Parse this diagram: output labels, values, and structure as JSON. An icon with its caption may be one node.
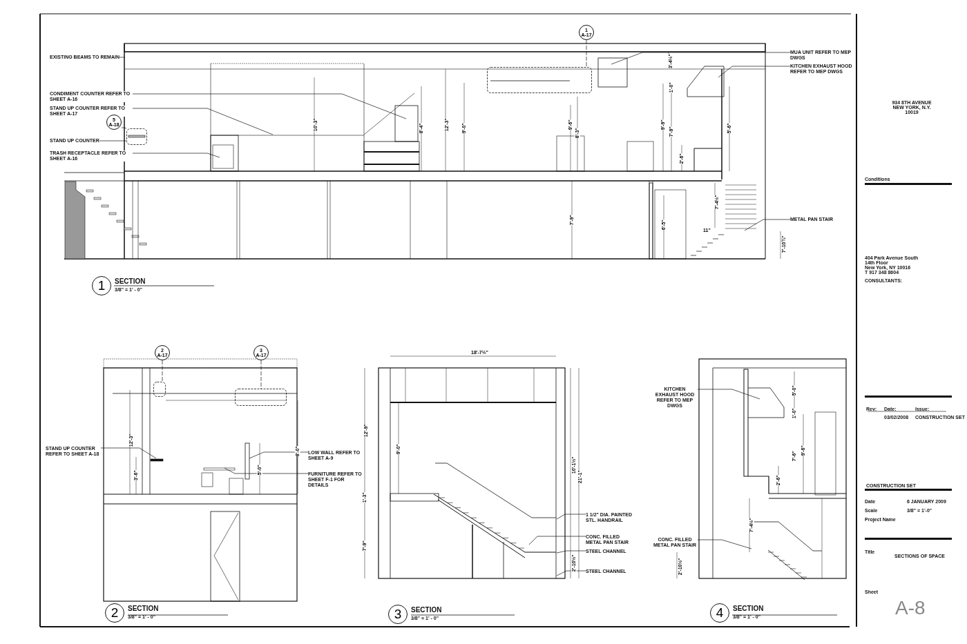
{
  "diagram": {
    "nodes": [
      {
        "text": [
          "EXISTING BEAMS TO REMAIN"
        ]
      },
      {
        "text": [
          "CONDIMENT COUNTER REFER TO SHEET A-16"
        ]
      },
      {
        "text": [
          "STAND UP COUNTER REFER TO SHEET A-17"
        ]
      },
      {
        "text": [
          "5",
          "A-18"
        ]
      },
      {
        "text": [
          "STAND UP COUNTER"
        ]
      },
      {
        "text": [
          "TRASH RECEPTACLE REFER TO SHEET A-16"
        ]
      },
      {
        "text": [
          "1",
          "A-17"
        ]
      },
      {
        "text": [
          "MUA UNIT REFER TO MEP DWGS"
        ]
      },
      {
        "text": [
          "KITCHEN EXHAUST HOOD REFER TO MEP DWGS"
        ]
      },
      {
        "text": [
          "METAL PAN STAIR"
        ]
      },
      {
        "text": [
          "1"
        ],
        "beside": [
          "SECTION",
          "3/8\" = 1' - 0\""
        ]
      },
      {
        "text": [
          "2",
          "A-17"
        ]
      },
      {
        "text": [
          "3",
          "A-17"
        ]
      },
      {
        "text": [
          "STAND UP COUNTER REFER TO SHEET A-18"
        ]
      },
      {
        "text": [
          "LOW WALL REFER TO SHEET A-9"
        ]
      },
      {
        "text": [
          "FURNITURE REFER TO SHEET F-1 FOR DETAILS"
        ]
      },
      {
        "text": [
          "2"
        ],
        "beside": [
          "SECTION",
          "3/8\" = 1' - 0\""
        ]
      },
      {
        "text": [
          "1 1/2\" DIA. PAINTED STL. HANDRAIL"
        ]
      },
      {
        "text": [
          "CONC. FILLED METAL PAN STAIR"
        ]
      },
      {
        "text": [
          "STEEL CHANNEL"
        ]
      },
      {
        "text": [
          "STEEL CHANNEL"
        ]
      },
      {
        "text": [
          "3"
        ],
        "beside": [
          "SECTION",
          "3/8\" = 1' - 0\""
        ]
      },
      {
        "text": [
          "KITCHEN EXHAUST HOOD REFER TO MEP DWGS"
        ]
      },
      {
        "text": [
          "CONC. FILLED METAL PAN STAIR"
        ]
      },
      {
        "text": [
          "4"
        ],
        "beside": [
          "SECTION",
          "3/8\" = 1' - 0\""
        ]
      },
      {
        "text": [],
        "shape": "box"
      },
      {
        "text": [],
        "shape": "box"
      },
      {
        "text": [],
        "shape": "box"
      },
      {
        "text": [],
        "shape": "box"
      }
    ],
    "edges": [
      {
        "from": 0,
        "to": null,
        "arrow": "none"
      },
      {
        "from": 1,
        "to": null,
        "arrow": "none"
      },
      {
        "from": 2,
        "to": null,
        "arrow": "none"
      },
      {
        "from": 3,
        "to": 25,
        "arrow": "none"
      },
      {
        "from": 4,
        "to": 25,
        "arrow": "none"
      },
      {
        "from": 5,
        "to": null,
        "arrow": "none"
      },
      {
        "from": 6,
        "to": 26,
        "arrow": "none",
        "style": "dashed"
      },
      {
        "from": 7,
        "to": null,
        "arrow": "none"
      },
      {
        "from": 8,
        "to": null,
        "arrow": "none"
      },
      {
        "from": 9,
        "to": null,
        "arrow": "none"
      },
      {
        "from": 11,
        "to": 27,
        "arrow": "none",
        "style": "dashed"
      },
      {
        "from": 12,
        "to": 28,
        "arrow": "none",
        "style": "dashed"
      },
      {
        "from": 13,
        "to": null,
        "arrow": "none"
      },
      {
        "from": 14,
        "to": null,
        "arrow": "none"
      },
      {
        "from": 15,
        "to": null,
        "arrow": "none"
      },
      {
        "from": 17,
        "to": null,
        "arrow": "none"
      },
      {
        "from": 18,
        "to": null,
        "arrow": "none"
      },
      {
        "from": 19,
        "to": null,
        "arrow": "none"
      },
      {
        "from": 20,
        "to": null,
        "arrow": "none"
      },
      {
        "from": 22,
        "to": null,
        "arrow": "none"
      },
      {
        "from": 23,
        "to": null,
        "arrow": "none"
      }
    ],
    "labels": [
      "934 8TH AVENUE",
      "NEW YORK, N.Y.",
      "10019",
      "Conditions",
      "404 Park Avenue South",
      "14th Floor",
      "New York, NY 10016",
      "T 917 348 8604",
      "CONSULTANTS:",
      "Rev:",
      "Date:",
      "Issue:",
      "03/02/2008",
      "CONSTRUCTION SET",
      "CONSTRUCTION SET",
      "Date",
      "6 JANUARY 2009",
      "Scale",
      "3/8\" = 1'-0\"",
      "Project Name",
      "Title",
      "SECTIONS OF SPACE",
      "Sheet",
      "A-8",
      "10'-3\"",
      "8'-4\"",
      "12'-3\"",
      "9'-0\"",
      "9'-6\"",
      "8'-3\"",
      "9'-9\"",
      "7'-9\"",
      "3'-4½\"",
      "1'-0\"",
      "5'-6\"",
      "2'-6\"",
      "7'-9\"",
      "6'-5\"",
      "7'-4½\"",
      "11\"",
      "7'-10¾\"",
      "12'-3\"",
      "3'-6\"",
      "8'-0\"",
      "5'-0\"",
      "18'-7½\"",
      "12'-9\"",
      "1'-3\"",
      "7'-9\"",
      "9'-0\"",
      "10'-1½\"",
      "21'-1\"",
      "2'-10½\"",
      "5'-0\"",
      "1'-0\"",
      "7'-6\"",
      "9'-6\"",
      "2'-6\"",
      "7'-4½\"",
      "2'-10½\""
    ]
  }
}
